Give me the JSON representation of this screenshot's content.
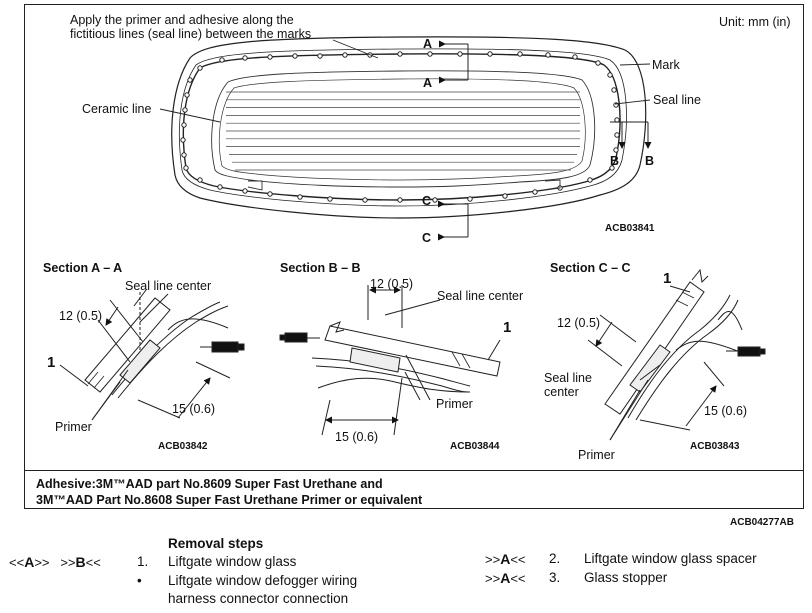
{
  "top_view": {
    "instruction_line1": "Apply the primer and adhesive along the",
    "instruction_line2": "fictitious lines (seal line) between the marks",
    "unit": "Unit: mm (in)",
    "label_mark": "Mark",
    "label_seal_line": "Seal line",
    "label_ceramic_line": "Ceramic line",
    "section_letter_a": "A",
    "section_letter_b": "B",
    "section_letter_c": "C",
    "code": "ACB03841"
  },
  "section_a": {
    "title": "Section A – A",
    "seal_line_center": "Seal line center",
    "dim_top": "12 (0.5)",
    "dim_bottom": "15 (0.6)",
    "callout": "1",
    "primer": "Primer",
    "code": "ACB03842"
  },
  "section_b": {
    "title": "Section B – B",
    "seal_line_center": "Seal line center",
    "dim_top": "12 (0.5)",
    "dim_bottom": "15 (0.6)",
    "callout": "1",
    "primer": "Primer",
    "code": "ACB03844"
  },
  "section_c": {
    "title": "Section C – C",
    "seal_line_center_line1": "Seal line",
    "seal_line_center_line2": "center",
    "dim_top": "12 (0.5)",
    "dim_bottom": "15 (0.6)",
    "callout": "1",
    "primer": "Primer",
    "code": "ACB03843"
  },
  "adhesive": {
    "line1": "Adhesive:3M™AAD part No.8609 Super Fast Urethane and",
    "line2": "3M™AAD Part No.8608 Super Fast Urethane Primer or equivalent"
  },
  "figure_code": "ACB04277AB",
  "removal_steps": {
    "heading": "Removal steps",
    "items": [
      {
        "codes_before": "<<",
        "code_a": "A",
        "codes_mid": ">>   >>",
        "code_b": "B",
        "codes_after": "<<",
        "number": "1.",
        "text": "Liftgate window glass"
      },
      {
        "bullet": "•",
        "text_line1": "Liftgate window defogger wiring",
        "text_line2": "harness connector connection"
      },
      {
        "code_pre": ">>",
        "code": "A",
        "code_post": "<<",
        "number": "2.",
        "text": "Liftgate window glass spacer"
      },
      {
        "code_pre": ">>",
        "code": "A",
        "code_post": "<<",
        "number": "3.",
        "text": "Glass stopper"
      }
    ]
  }
}
